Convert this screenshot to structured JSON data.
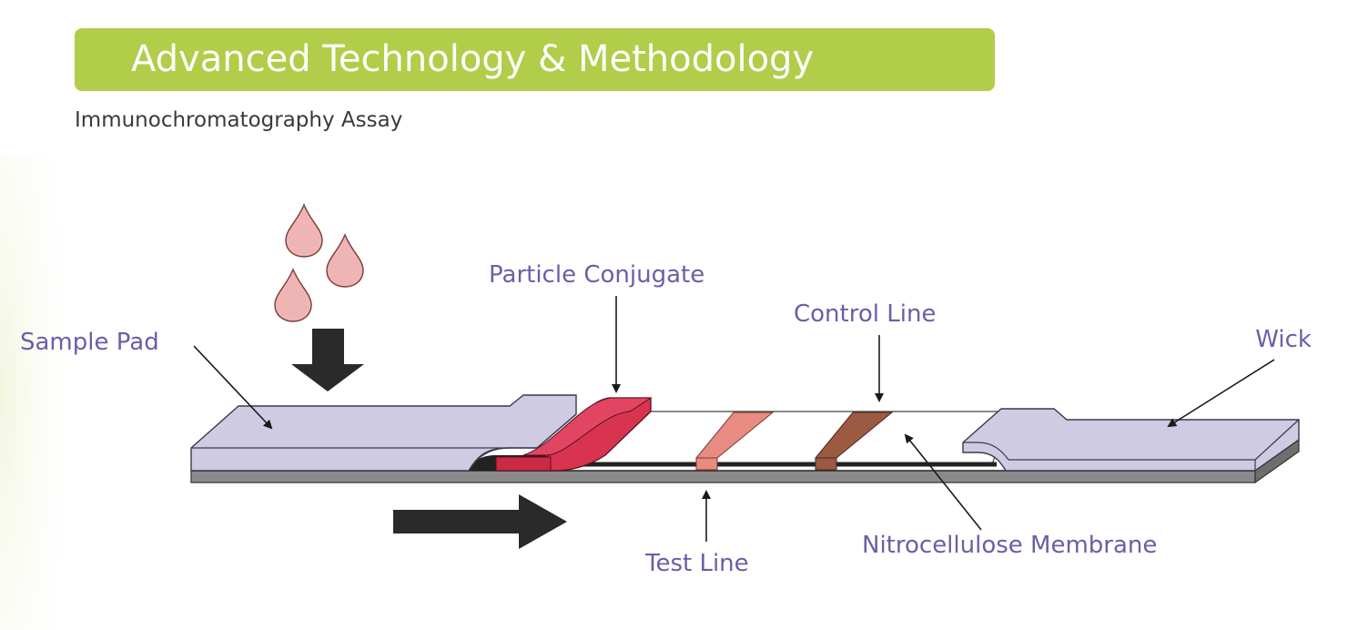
{
  "header": {
    "title": "Advanced Technology & Methodology",
    "subtitle": "Immunochromatography Assay"
  },
  "diagram": {
    "labels": {
      "sample_pad": "Sample Pad",
      "particle_conjugate": "Particle Conjugate",
      "control_line": "Control Line",
      "wick": "Wick",
      "test_line": "Test Line",
      "nitrocellulose_membrane": "Nitrocellulose Membrane"
    }
  },
  "colors": {
    "banner": "#b1cd49",
    "label_text": "#6b5ea8",
    "pad_fill": "#cfcbe3",
    "conjugate": "#d8344f",
    "test_line": "#e88b80",
    "control_line": "#9c5a42",
    "droplet": "#efb4b4",
    "arrow": "#2a2a2a"
  }
}
